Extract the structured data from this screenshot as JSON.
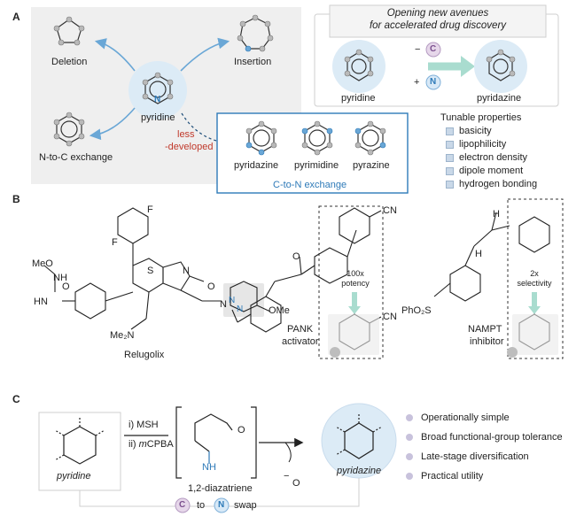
{
  "panels": {
    "a": "A",
    "b": "B",
    "c": "C"
  },
  "panel_a": {
    "hero_line1": "Opening new avenues",
    "hero_line2": "for accelerated drug discovery",
    "deletion": "Deletion",
    "insertion": "Insertion",
    "pyridine": "pyridine",
    "n_to_c": "N-to-C exchange",
    "less_line1": "less",
    "less_line2": "-developed",
    "pyridazine": "pyridazine",
    "pyrimidine": "pyrimidine",
    "pyrazine": "pyrazine",
    "c_to_n": "C-to-N exchange",
    "minus_sign": "−",
    "plus_sign": "+",
    "c_atom": "C",
    "n_atom": "N",
    "box_pyridine": "pyridine",
    "box_pyridazine": "pyridazine",
    "tunable_title": "Tunable properties",
    "properties": [
      "basicity",
      "lipophilicity",
      "electron density",
      "dipole moment",
      "hydrogen bonding"
    ]
  },
  "panel_b": {
    "relugolix": "Relugolix",
    "f1": "F",
    "f2": "F",
    "meo": "MeO",
    "nh1": "NH",
    "hn": "HN",
    "o": "O",
    "s": "S",
    "n1": "N",
    "n2": "N",
    "o2": "O",
    "me2n": "Me₂N",
    "ome": "OMe",
    "n_pyr1": "N",
    "n_pyr2": "N",
    "pank_line1": "PANK",
    "pank_line2": "activator",
    "cn1": "CN",
    "cn2": "CN",
    "potency_line1": "100x",
    "potency_line2": "potency",
    "nampt_line1": "NAMPT",
    "nampt_line2": "inhibitor",
    "selectivity_line1": "2x",
    "selectivity_line2": "selectivity",
    "pho2s": "PhO₂S",
    "h1": "H",
    "h2": "H",
    "o3": "O"
  },
  "panel_c": {
    "pyridine": "pyridine",
    "step1": "i) MSH",
    "step2_prefix": "ii) ",
    "step2_italic": "m",
    "step2_suffix": "CPBA",
    "diazatriene": "1,2-diazatriene",
    "nh": "NH",
    "o_atom": "O",
    "formate_o": "O",
    "minus": "−",
    "pyridazine": "pyridazine",
    "swap_c": "C",
    "swap_to": "to",
    "swap_n": "N",
    "swap_word": "swap",
    "benefits": [
      "Operationally simple",
      "Broad functional-group tolerance",
      "Late-stage diversification",
      "Practical utility"
    ]
  },
  "colors": {
    "blue": "#2e7ab8",
    "red": "#c0392b",
    "grey_panel": "#eeeeee",
    "accent_bubble": "#dceaf7"
  }
}
